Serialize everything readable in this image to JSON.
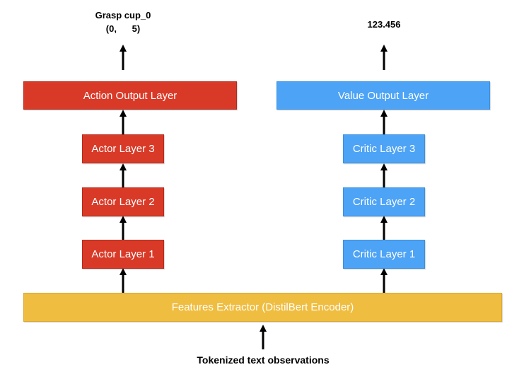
{
  "actor": {
    "output_label": "Grasp cup_0",
    "output_coords": "(0,      5)",
    "output_layer": "Action Output Layer",
    "layers": [
      "Actor Layer 3",
      "Actor Layer 2",
      "Actor Layer 1"
    ]
  },
  "critic": {
    "output_value": "123.456",
    "output_layer": "Value Output Layer",
    "layers": [
      "Critic Layer 3",
      "Critic Layer 2",
      "Critic Layer 1"
    ]
  },
  "features_extractor": "Features Extractor (DistilBert Encoder)",
  "input_label": "Tokenized text observations",
  "colors": {
    "actor": "#d93a28",
    "critic": "#4da3f5",
    "extractor": "#efbd40",
    "arrow": "#000000"
  }
}
